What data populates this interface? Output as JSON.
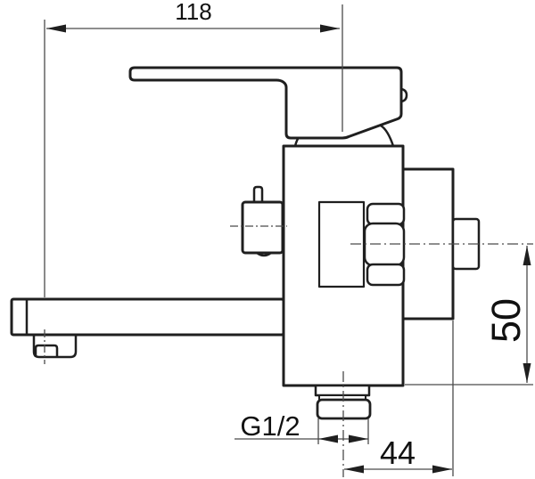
{
  "dimensions": {
    "spout_reach": "118",
    "outlet_drop": "50",
    "thread_size": "G1/2",
    "outlet_offset": "44"
  },
  "colors": {
    "outline": "#1f1f1f",
    "thin_line": "#4a4a4a",
    "background": "#ffffff",
    "text": "#111111"
  }
}
